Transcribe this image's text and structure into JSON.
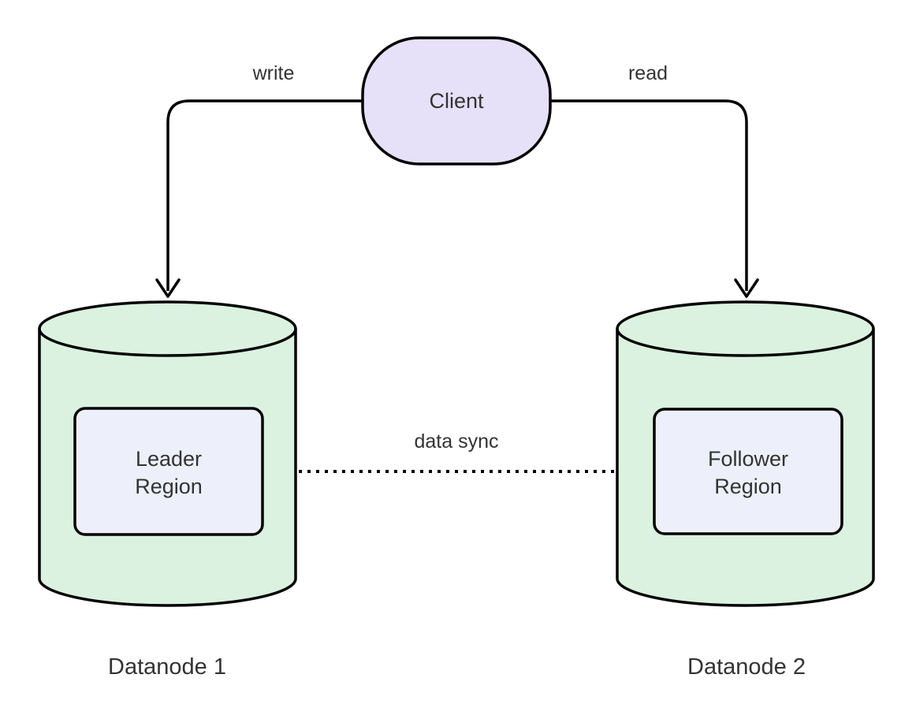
{
  "colors": {
    "background": "#ffffff",
    "stroke": "#000000",
    "text": "#333333",
    "client_fill": "#E6E0F8",
    "cylinder_fill": "#DAF2DF",
    "region_fill": "#EDF0FA"
  },
  "nodes": {
    "client": {
      "label": "Client"
    },
    "datanode1": {
      "caption": "Datanode 1",
      "region": {
        "line1": "Leader",
        "line2": "Region"
      }
    },
    "datanode2": {
      "caption": "Datanode 2",
      "region": {
        "line1": "Follower",
        "line2": "Region"
      }
    }
  },
  "edges": {
    "write": {
      "label": "write"
    },
    "read": {
      "label": "read"
    },
    "sync": {
      "label": "data sync"
    }
  }
}
